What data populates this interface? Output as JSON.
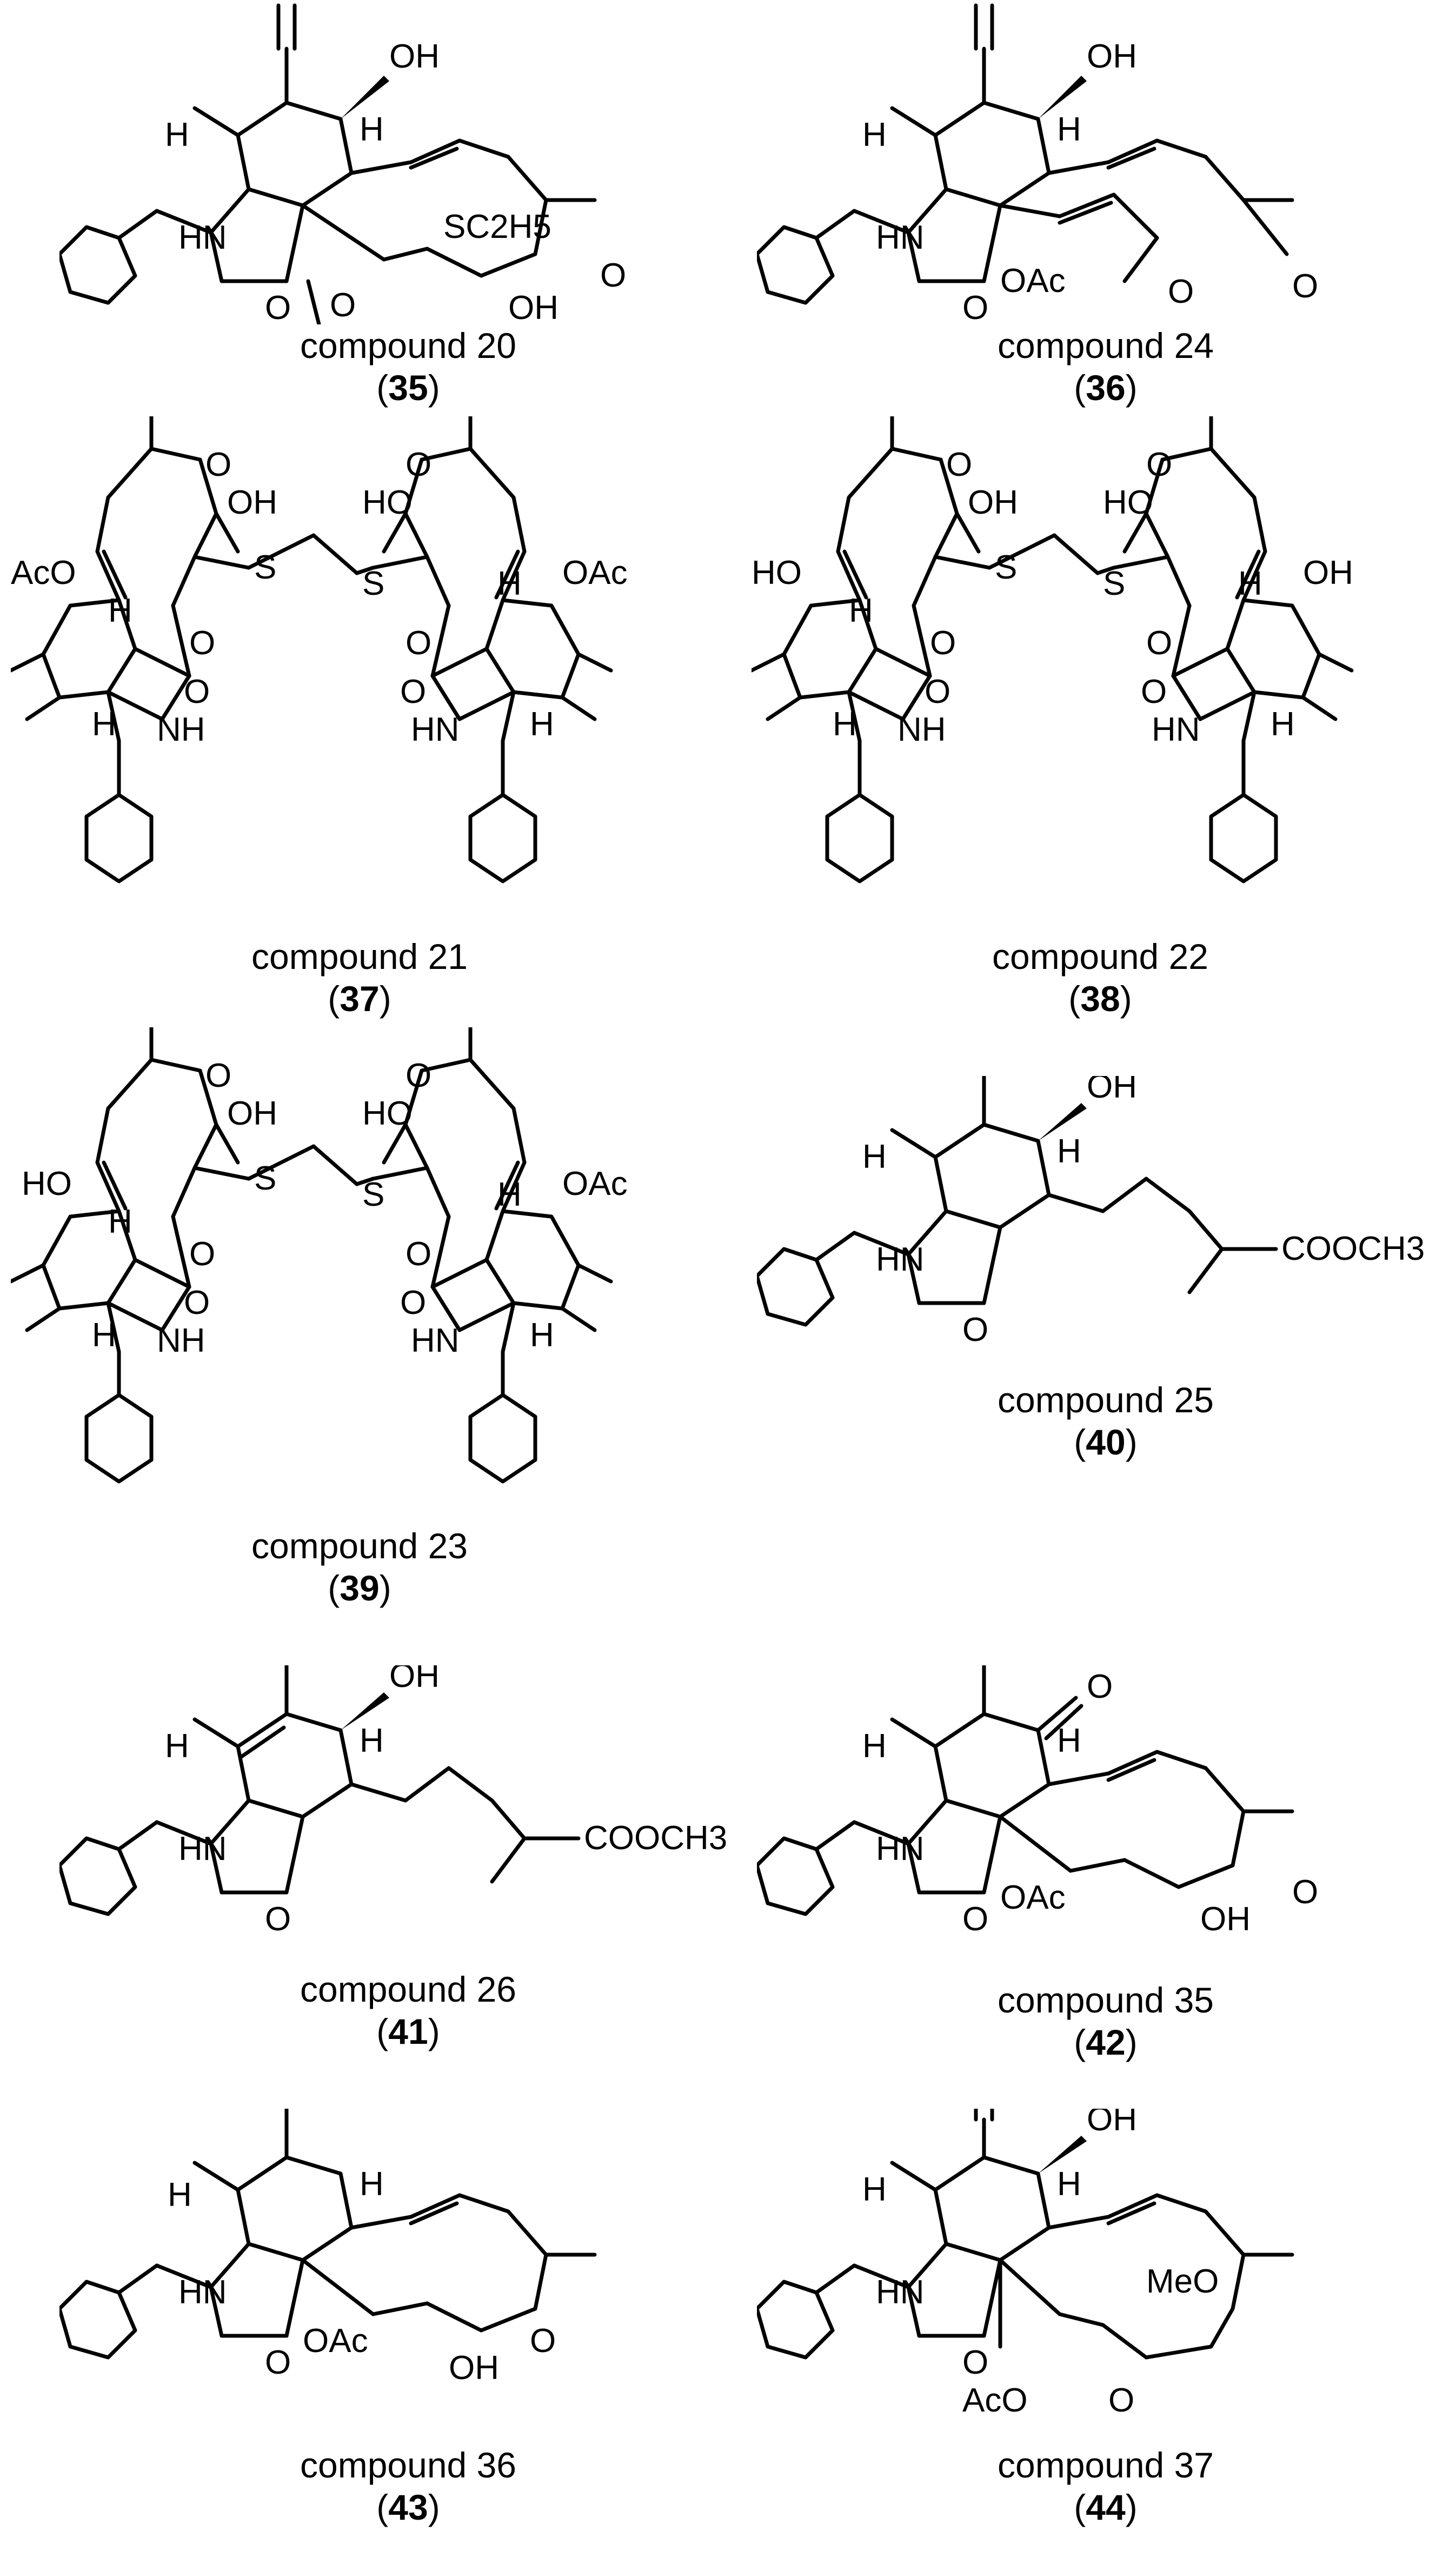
{
  "figure": {
    "compounds": [
      {
        "label": "compound 20",
        "number": "35",
        "atoms": [
          "OH",
          "H",
          "H",
          "HN",
          "O",
          "O",
          "SC2H5",
          "O",
          "OH"
        ]
      },
      {
        "label": "compound 24",
        "number": "36",
        "atoms": [
          "OH",
          "H",
          "H",
          "HN",
          "O",
          "OAc",
          "O",
          "O"
        ]
      },
      {
        "label": "compound 21",
        "number": "37",
        "atoms": [
          "O",
          "OH",
          "HO",
          "O",
          "S",
          "S",
          "AcO",
          "H",
          "O",
          "O",
          "NH",
          "H",
          "H",
          "OAc",
          "O",
          "O",
          "HN",
          "H"
        ]
      },
      {
        "label": "compound 22",
        "number": "38",
        "atoms": [
          "O",
          "OH",
          "HO",
          "O",
          "S",
          "S",
          "HO",
          "H",
          "O",
          "O",
          "NH",
          "H",
          "H",
          "OH",
          "O",
          "O",
          "HN",
          "H"
        ]
      },
      {
        "label": "compound 23",
        "number": "39",
        "atoms": [
          "O",
          "OH",
          "HO",
          "O",
          "S",
          "S",
          "HO",
          "H",
          "O",
          "O",
          "NH",
          "H",
          "H",
          "OAc",
          "O",
          "O",
          "HN",
          "H"
        ]
      },
      {
        "label": "compound 25",
        "number": "40",
        "atoms": [
          "OH",
          "H",
          "H",
          "HN",
          "O",
          "COOCH3"
        ]
      },
      {
        "label": "compound 26",
        "number": "41",
        "atoms": [
          "OH",
          "H",
          "H",
          "HN",
          "O",
          "COOCH3"
        ]
      },
      {
        "label": "compound 35",
        "number": "42",
        "atoms": [
          "O",
          "H",
          "H",
          "HN",
          "O",
          "OAc",
          "O",
          "OH"
        ]
      },
      {
        "label": "compound 36",
        "number": "43",
        "atoms": [
          "H",
          "H",
          "HN",
          "O",
          "OAc",
          "OH",
          "O"
        ]
      },
      {
        "label": "compound 37",
        "number": "44",
        "atoms": [
          "OH",
          "H",
          "H",
          "HN",
          "O",
          "MeO",
          "AcO",
          "O"
        ]
      }
    ]
  }
}
